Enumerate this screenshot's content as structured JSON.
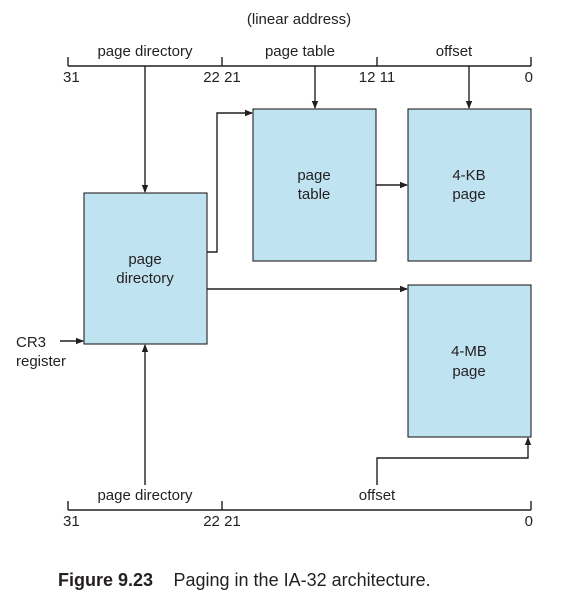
{
  "title": "(linear address)",
  "top_fields": {
    "dir_label": "page directory",
    "table_label": "page table",
    "offset_label": "offset",
    "bit_31": "31",
    "bit_22_21": "22 21",
    "bit_12_11": "12 11",
    "bit_0": "0"
  },
  "boxes": {
    "page_table": [
      "page",
      "table"
    ],
    "page_4kb": [
      "4-KB",
      "page"
    ],
    "page_directory": [
      "page",
      "directory"
    ],
    "page_4mb": [
      "4-MB",
      "page"
    ]
  },
  "cr3": [
    "CR3",
    "register"
  ],
  "bottom_fields": {
    "dir_label": "page directory",
    "offset_label": "offset",
    "bit_31": "31",
    "bit_22_21": "22 21",
    "bit_0": "0"
  },
  "caption": {
    "number": "Figure 9.23",
    "text": "Paging in the IA-32 architecture."
  }
}
